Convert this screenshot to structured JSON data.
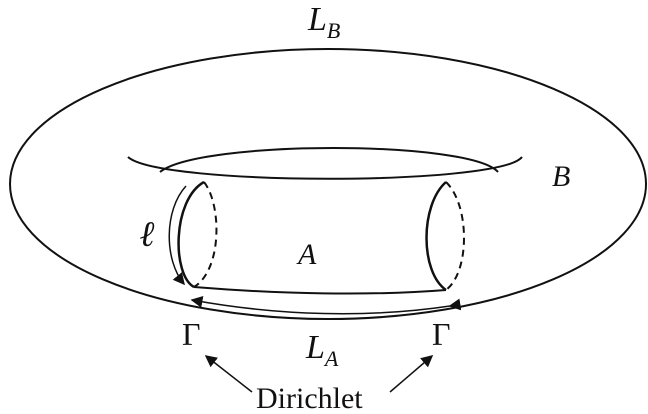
{
  "figure": {
    "labels": {
      "LB_main": "L",
      "LB_sub": "B",
      "B": "B",
      "A": "A",
      "ell": "ℓ",
      "LA_main": "L",
      "LA_sub": "A",
      "gamma_left": "Γ",
      "gamma_right": "Γ",
      "dirichlet": "Dirichlet"
    }
  }
}
